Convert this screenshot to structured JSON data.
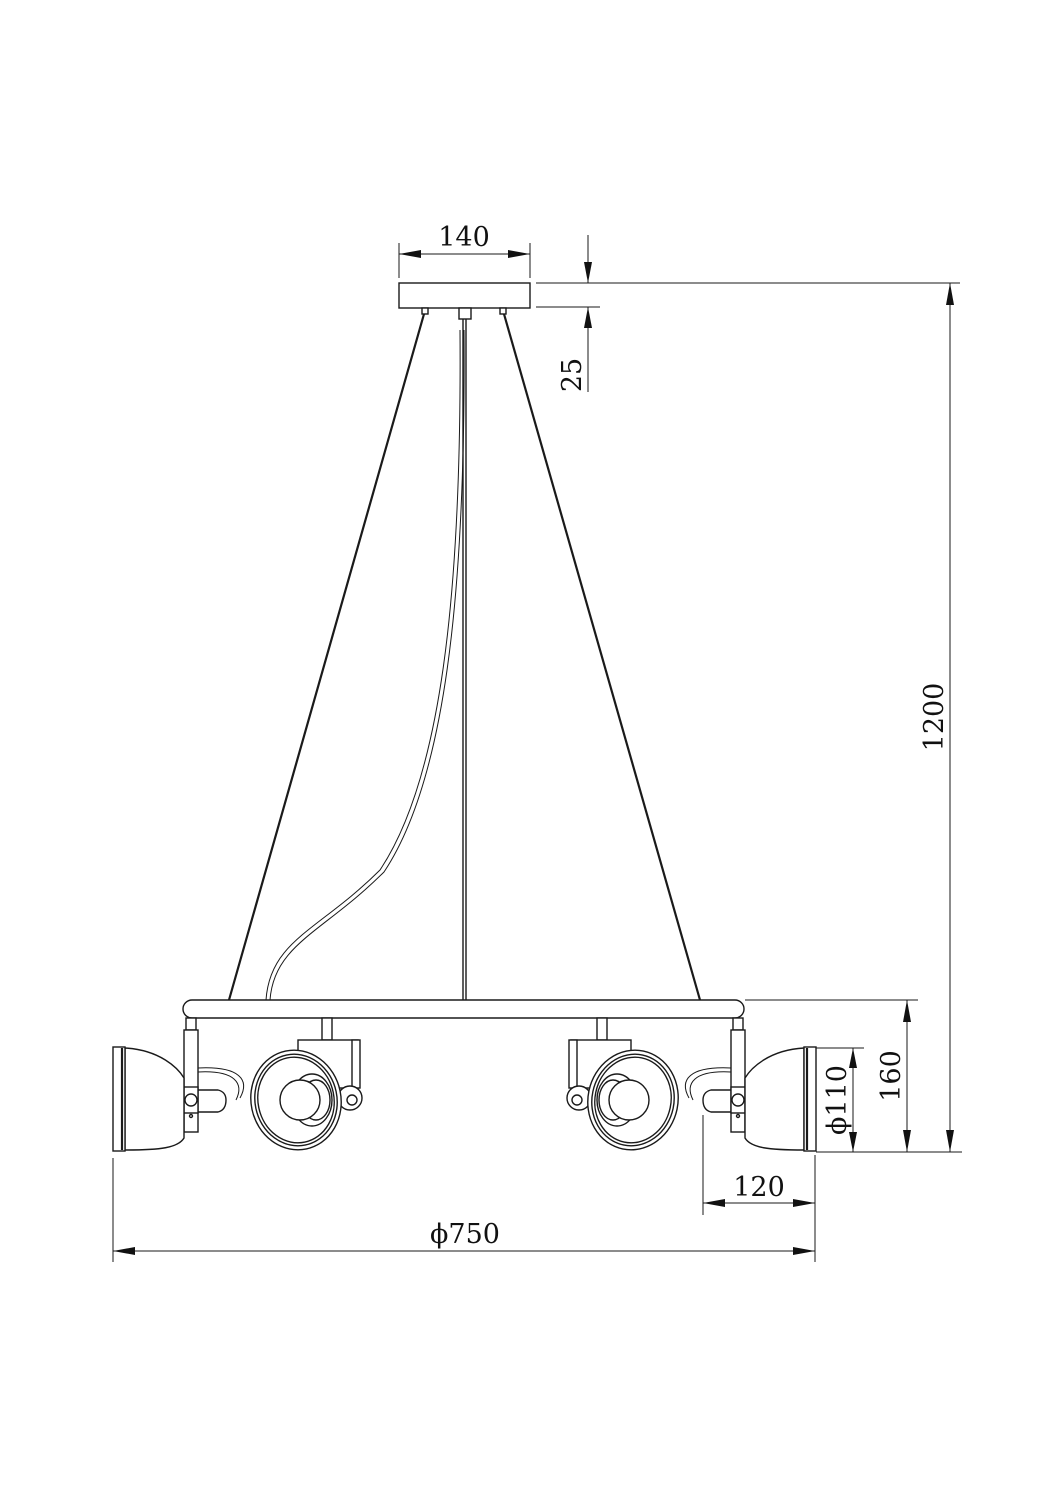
{
  "drawing": {
    "title": "Pendant lamp dimension drawing",
    "units": "mm",
    "line_color": "#1a1a1a",
    "background": "#ffffff"
  },
  "dimensions": {
    "canopy_width": "140",
    "canopy_height": "25",
    "overall_height": "1200",
    "ring_diameter": "ϕ750",
    "shade_height": "160",
    "shade_diameter": "ϕ110",
    "shade_projection": "120"
  },
  "components": [
    {
      "name": "ceiling-canopy"
    },
    {
      "name": "suspension-cables",
      "count": 2
    },
    {
      "name": "center-rod"
    },
    {
      "name": "power-cord"
    },
    {
      "name": "horizontal-bar"
    },
    {
      "name": "spot-heads",
      "count": 4
    }
  ]
}
